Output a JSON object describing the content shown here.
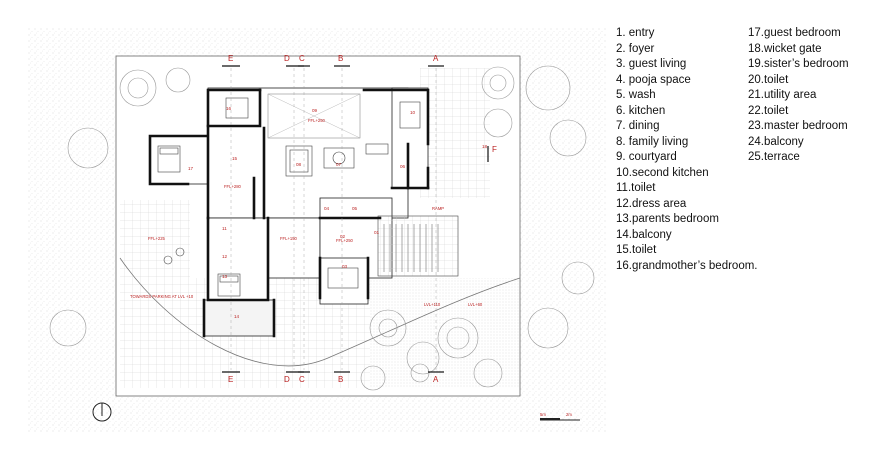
{
  "legend": {
    "col1": [
      "1.  entry",
      "2.  foyer",
      "3.  guest living",
      "4.  pooja space",
      "5.  wash",
      "6.  kitchen",
      "7.  dining",
      "8.  family living",
      "9.  courtyard",
      "10.second kitchen",
      "11.toilet",
      "12.dress area",
      "13.parents bedroom",
      "14.balcony",
      "15.toilet",
      "16.grandmother’s bedroom."
    ],
    "col2": [
      "17.guest bedroom",
      "18.wicket gate",
      "19.sister’s bedroom",
      "20.toilet",
      "21.utility area",
      "22.toilet",
      "23.master bedroom",
      "24.balcony",
      "25.terrace"
    ]
  },
  "plan": {
    "rooms": {
      "r01": "01",
      "r02": "02",
      "r03": "03",
      "r04": "04",
      "r05": "05",
      "r06": "06",
      "r07": "07",
      "r08": "08",
      "r09": "09",
      "r10": "10",
      "r11": "11",
      "r12": "12",
      "r13": "13",
      "r14": "14",
      "r15": "15",
      "r16": "16",
      "r17": "17",
      "r18": "18"
    },
    "sections": {
      "top": [
        "E",
        "D",
        "C",
        "B",
        "A"
      ],
      "bottom": [
        "E",
        "D",
        "C",
        "B",
        "A"
      ],
      "side": "F"
    },
    "levels": {
      "ffl_top": "FFL+250",
      "ffl_280": "FFL+280",
      "ffl_225": "FFL+225",
      "ffl_150": "FFL+150",
      "ffl_mid": "FFL+250",
      "lvl_110": "LVL+110",
      "lvl_60": "LVL+60"
    },
    "notes": {
      "ramp": "RAMP",
      "parking": "TOWARDS PARKING AT LVL +10"
    },
    "scale": [
      "5m",
      "2m"
    ]
  }
}
